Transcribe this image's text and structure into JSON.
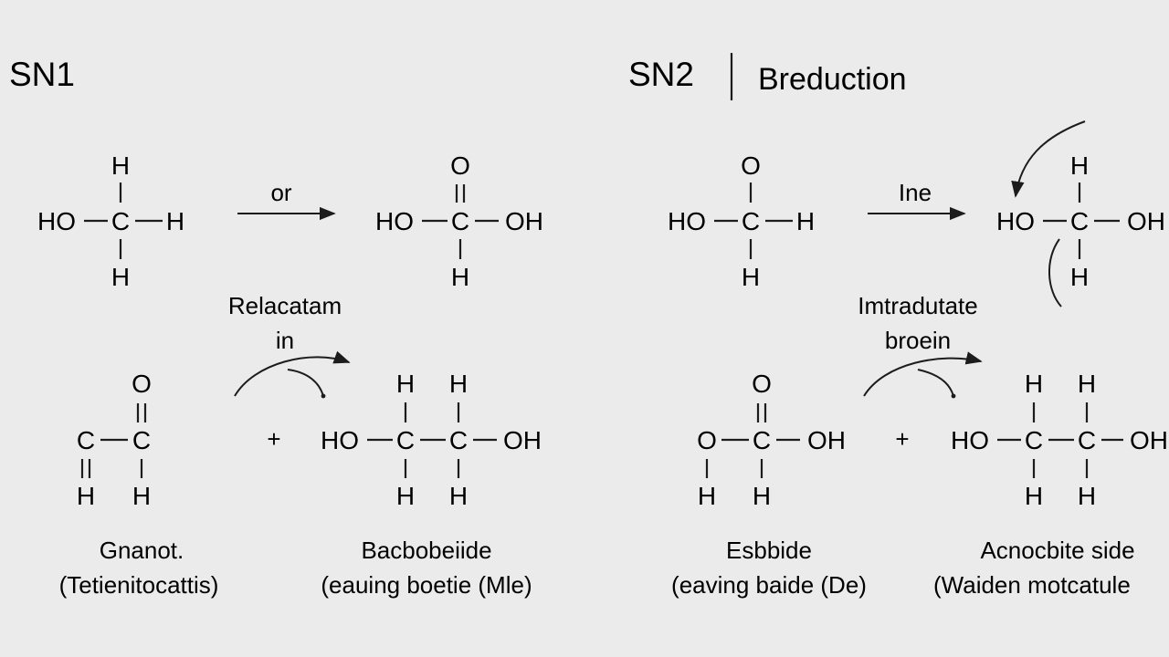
{
  "titles": {
    "sn1": "SN1",
    "sn2": "SN2",
    "subtitle": "Breduction"
  },
  "atoms": {
    "h": "H",
    "o": "O",
    "c": "C",
    "ho": "HO",
    "oh": "OH"
  },
  "plus": "+",
  "sn1": {
    "arrow_label": "or",
    "curve_label_line1": "Relacatam",
    "curve_label_line2": "in",
    "caption_left": [
      "Gnanot.",
      "(Tetienitocattis)"
    ],
    "caption_right": [
      "Bacbobeiide",
      "(eauing boetie (Mle)"
    ]
  },
  "sn2": {
    "arrow_label": "Ine",
    "curve_label_line1": "Imtradutate",
    "curve_label_line2": "broein",
    "caption_left": [
      "Esbbide",
      "(eaving baide (De)"
    ],
    "caption_right": [
      "Acnocbite side",
      "(Waiden motcatule"
    ]
  }
}
